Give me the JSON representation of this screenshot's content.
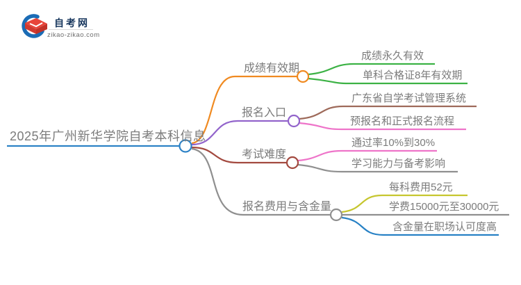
{
  "logo": {
    "title": "自考网",
    "url": "zikao-zikao.com",
    "brand_navy": "#17365d",
    "cap_red": "#e8453a",
    "crescent_blue": "#1b6cb5"
  },
  "mindmap": {
    "root": {
      "label": "2025年广州新华学院自考本科信息",
      "color": "#2d82c6"
    },
    "branches": [
      {
        "label": "成绩有效期",
        "color": "#f08a21",
        "children": [
          {
            "label": "成绩永久有效",
            "color": "#3cb245"
          },
          {
            "label": "单科合格证8年有效期",
            "color": "#3cb245"
          }
        ]
      },
      {
        "label": "报名入口",
        "color": "#9264cb",
        "children": [
          {
            "label": "广东省自学考试管理系统",
            "color": "#9e6a5a"
          },
          {
            "label": "预报名和正式报名流程",
            "color": "#ee74c9"
          }
        ]
      },
      {
        "label": "考试难度",
        "color": "#a3493f",
        "children": [
          {
            "label": "通过率10%到30%",
            "color": "#ee74c9"
          },
          {
            "label": "学习能力与备考影响",
            "color": "#8f8f8f"
          }
        ]
      },
      {
        "label": "报名费用与含金量",
        "color": "#8f8f8f",
        "children": [
          {
            "label": "每科费用52元",
            "color": "#c6c62f"
          },
          {
            "label": "学费15000元至30000元",
            "color": "#8f8f8f"
          },
          {
            "label": "含金量在职场认可度高",
            "color": "#2781c5"
          }
        ]
      }
    ]
  }
}
